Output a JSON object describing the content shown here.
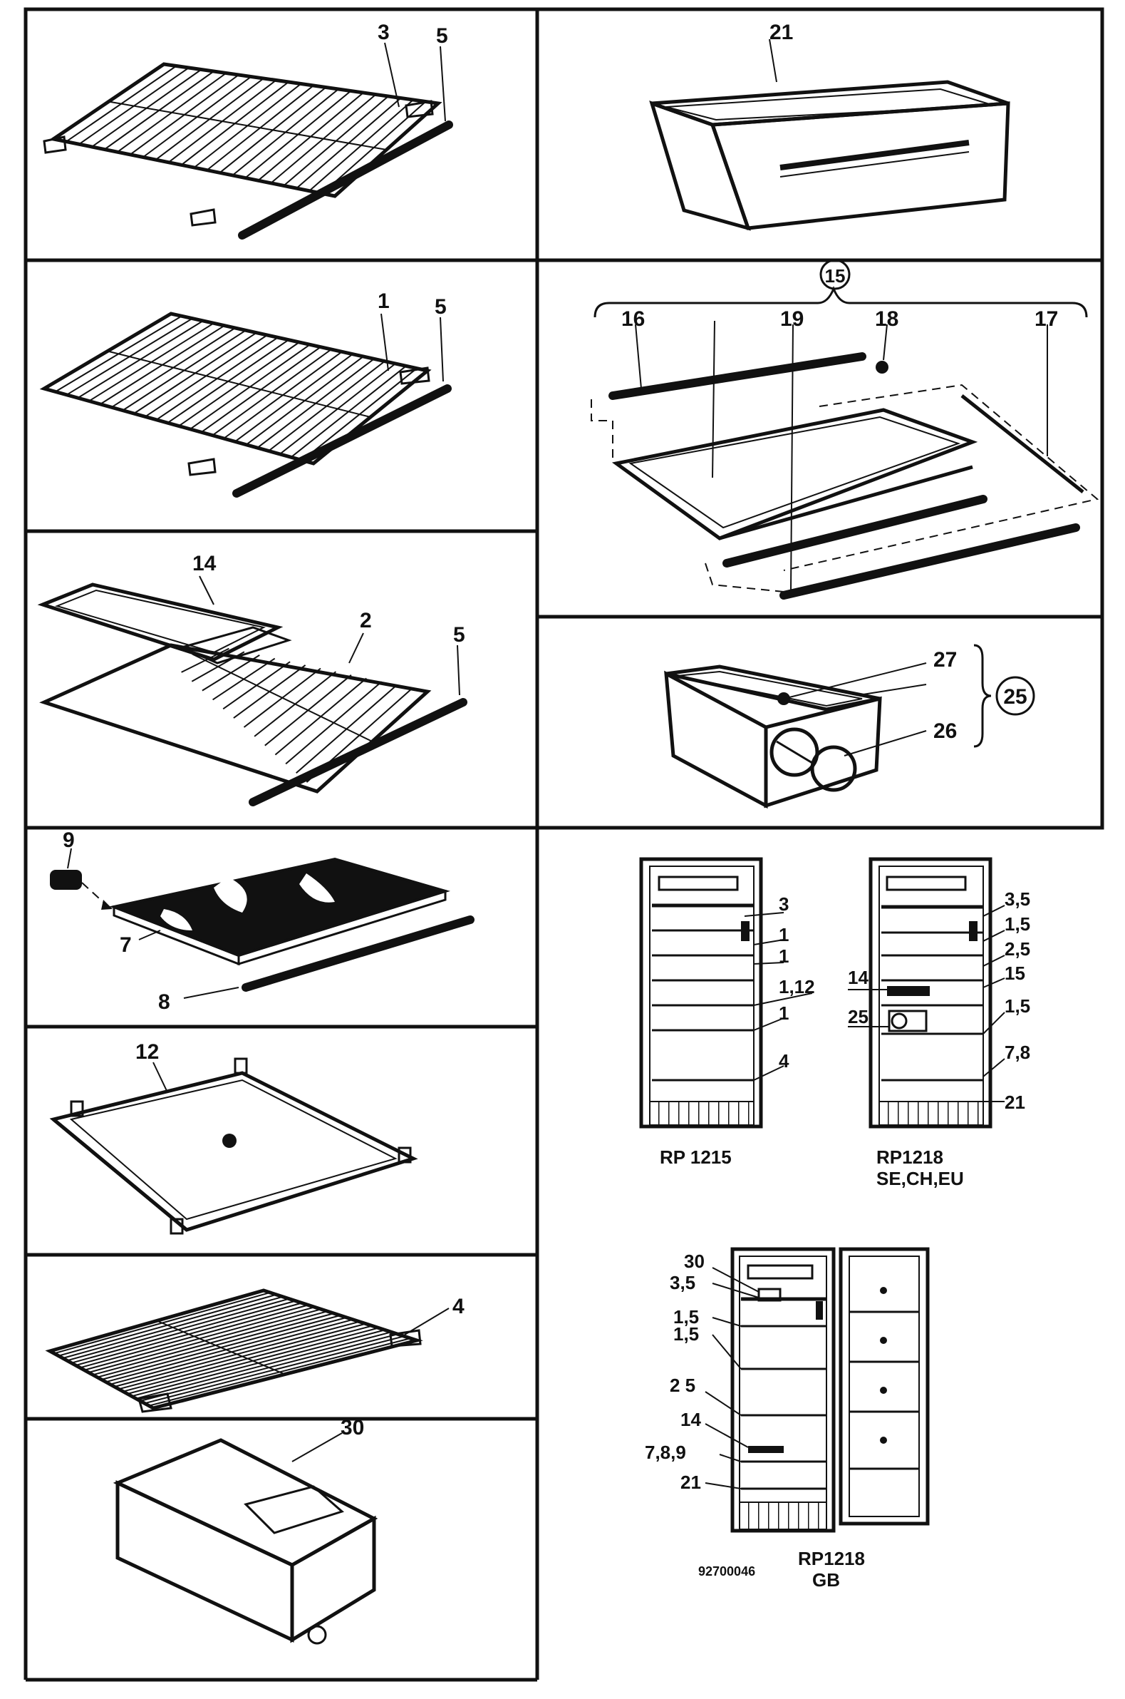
{
  "panels": {
    "p1": {
      "callouts": [
        "3",
        "5"
      ]
    },
    "p2": {
      "callouts": [
        "1",
        "5"
      ]
    },
    "p3": {
      "callouts": [
        "14",
        "2",
        "5"
      ]
    },
    "p4": {
      "callouts": [
        "9",
        "7",
        "8"
      ]
    },
    "p5": {
      "callouts": [
        "12"
      ]
    },
    "p6": {
      "callouts": [
        "4"
      ]
    },
    "p7": {
      "callouts": [
        "30"
      ]
    },
    "r1": {
      "callouts": [
        "21"
      ]
    },
    "r2": {
      "group": "15",
      "callouts": [
        "16",
        "19",
        "18",
        "17"
      ]
    },
    "r3": {
      "group": "25",
      "callouts": [
        "27",
        "26"
      ]
    }
  },
  "fridges": {
    "rp1215": {
      "model": "RP 1215",
      "labels": [
        "3",
        "1",
        "1",
        "1,12",
        "1",
        "4"
      ]
    },
    "rp1218se": {
      "model": "RP1218",
      "variant": "SE,CH,EU",
      "right_labels": [
        "3,5",
        "1,5",
        "2,5",
        "15",
        "1,5",
        "7,8",
        "21"
      ],
      "left_labels": [
        "14",
        "25"
      ]
    },
    "rp1218gb": {
      "model": "RP1218",
      "variant": "GB",
      "labels": [
        "30",
        "3,5",
        "1,5",
        "1,5",
        "2 5",
        "14",
        "7,8,9",
        "21"
      ]
    }
  },
  "doc_number": "92700046"
}
